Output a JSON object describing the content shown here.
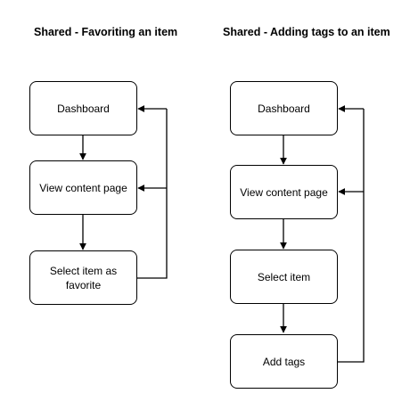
{
  "diagrams": [
    {
      "title": "Shared - Favoriting an item",
      "nodes": [
        {
          "id": "dashboard",
          "label": "Dashboard"
        },
        {
          "id": "view-content-page",
          "label": "View content page"
        },
        {
          "id": "select-item-favorite",
          "label": "Select item as favorite"
        }
      ]
    },
    {
      "title": "Shared - Adding tags to an item",
      "nodes": [
        {
          "id": "dashboard",
          "label": "Dashboard"
        },
        {
          "id": "view-content-page",
          "label": "View content page"
        },
        {
          "id": "select-item",
          "label": "Select item"
        },
        {
          "id": "add-tags",
          "label": "Add tags"
        }
      ]
    }
  ],
  "edges": [
    {
      "diagram": 0,
      "from": "dashboard",
      "to": "view-content-page",
      "kind": "down"
    },
    {
      "diagram": 0,
      "from": "view-content-page",
      "to": "select-item-favorite",
      "kind": "down"
    },
    {
      "diagram": 0,
      "from": "select-item-favorite",
      "to": "view-content-page",
      "kind": "loop"
    },
    {
      "diagram": 0,
      "from": "select-item-favorite",
      "to": "dashboard",
      "kind": "loop"
    },
    {
      "diagram": 1,
      "from": "dashboard",
      "to": "view-content-page",
      "kind": "down"
    },
    {
      "diagram": 1,
      "from": "view-content-page",
      "to": "select-item",
      "kind": "down"
    },
    {
      "diagram": 1,
      "from": "select-item",
      "to": "add-tags",
      "kind": "down"
    },
    {
      "diagram": 1,
      "from": "add-tags",
      "to": "view-content-page",
      "kind": "loop"
    },
    {
      "diagram": 1,
      "from": "add-tags",
      "to": "dashboard",
      "kind": "loop"
    }
  ]
}
